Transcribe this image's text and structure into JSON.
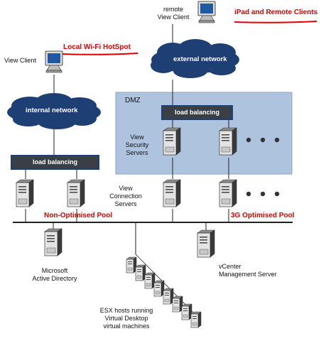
{
  "labels": {
    "remote_view_client": "remote\nView Client",
    "ipad_remote": "iPad and Remote Clients",
    "view_client": "View Client",
    "local_wifi": "Local Wi-Fi HotSpot",
    "external_network": "external network",
    "internal_network": "internal network",
    "dmz": "DMZ",
    "load_balancing_dmz": "load balancing",
    "load_balancing_left": "load balancing",
    "view_security_servers": "View\nSecurity\nServers",
    "view_connection_servers": "View\nConnection\nServers",
    "non_optimised_pool": "Non-Optimised Pool",
    "g3_optimised_pool": "3G Optimised Pool",
    "microsoft_ad": "Microsoft\nActive Directory",
    "vcenter": "vCenter\nManagement Server",
    "esx_hosts": "ESX hosts running\nVirtual Desktop\nvirtual machines"
  },
  "colors": {
    "cloud": "#1e3f74",
    "dmz_bg": "#aec3de",
    "lb_fill": "#3a3f45",
    "lb_border": "#1d3f7a",
    "red_label": "#e00000",
    "server_light": "#e6e6e6",
    "server_dark": "#4a4a4a"
  }
}
